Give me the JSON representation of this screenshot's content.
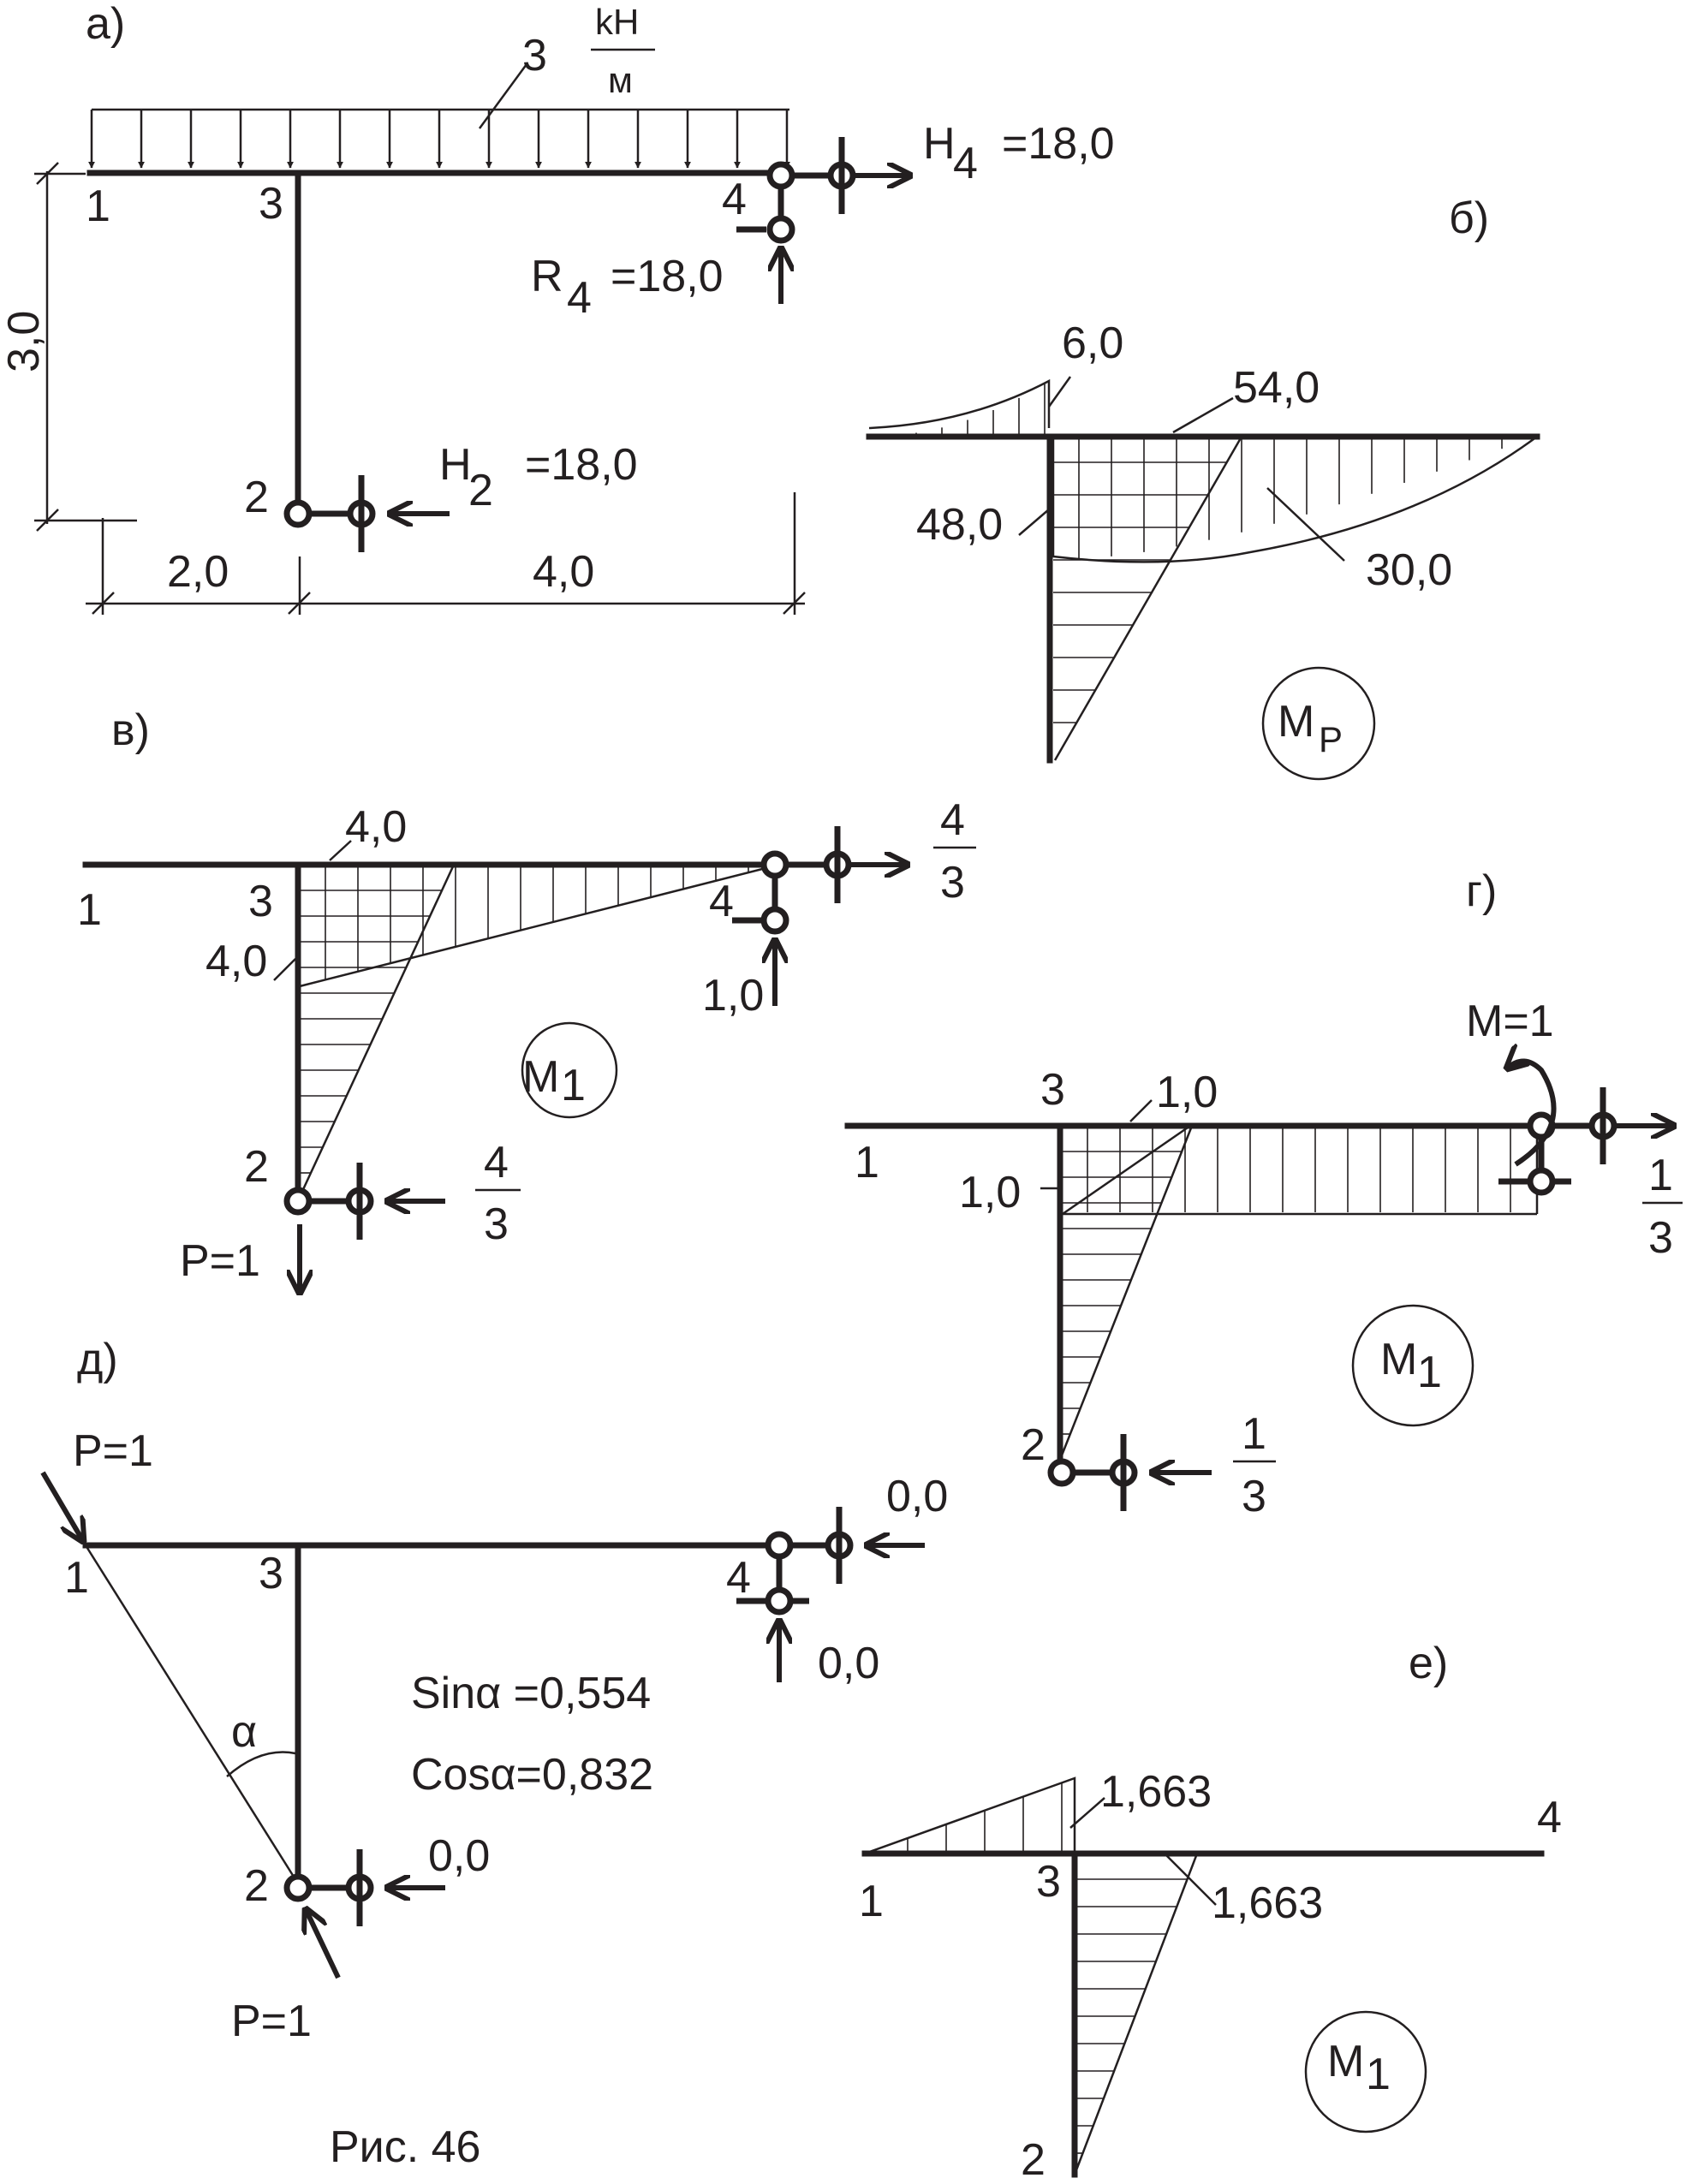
{
  "figure_caption": "Рис. 46",
  "panels": {
    "a": {
      "label": "а)",
      "load_value": "3",
      "load_unit_num": "kH",
      "load_unit_den": "м",
      "nodes": [
        "1",
        "3",
        "4",
        "2"
      ],
      "h4_label": "H",
      "h4_sub": "4",
      "h4_value": "=18,0",
      "r4_label": "R",
      "r4_sub": "4",
      "r4_value": "=18,0",
      "h2_label": "H",
      "h2_sub": "2",
      "h2_value": "=18,0",
      "dim_height": "3,0",
      "dim_left": "2,0",
      "dim_right": "4,0"
    },
    "b": {
      "label": "б)",
      "values": [
        "6,0",
        "54,0",
        "48,0",
        "30,0"
      ],
      "diagram_name": "M",
      "diagram_sub": "P"
    },
    "c": {
      "label": "в)",
      "nodes": [
        "1",
        "3",
        "4",
        "2"
      ],
      "values": [
        "4,0",
        "4,0"
      ],
      "h4_num": "4",
      "h4_den": "3",
      "r4_value": "1,0",
      "h2_num": "4",
      "h2_den": "3",
      "load": "P=1",
      "diagram_name": "M",
      "diagram_sub": "1"
    },
    "d": {
      "label": "г)",
      "nodes": [
        "1",
        "3",
        "2"
      ],
      "moment": "M=1",
      "values": [
        "1,0",
        "1,0"
      ],
      "h4_num": "1",
      "h4_den": "3",
      "h2_num": "1",
      "h2_den": "3",
      "diagram_name": "M",
      "diagram_sub": "1"
    },
    "e": {
      "label": "д)",
      "nodes": [
        "1",
        "3",
        "4",
        "2"
      ],
      "load_top": "P=1",
      "load_bottom": "P=1",
      "h4_value": "0,0",
      "r4_value": "0,0",
      "h2_value": "0,0",
      "angle_symbol": "α",
      "sin_text": "Sinα =0,554",
      "cos_text": "Cosα=0,832"
    },
    "f": {
      "label": "е)",
      "nodes": [
        "1",
        "3",
        "4",
        "2"
      ],
      "values": [
        "1,663",
        "1,663"
      ],
      "diagram_name": "M",
      "diagram_sub": "1"
    }
  }
}
